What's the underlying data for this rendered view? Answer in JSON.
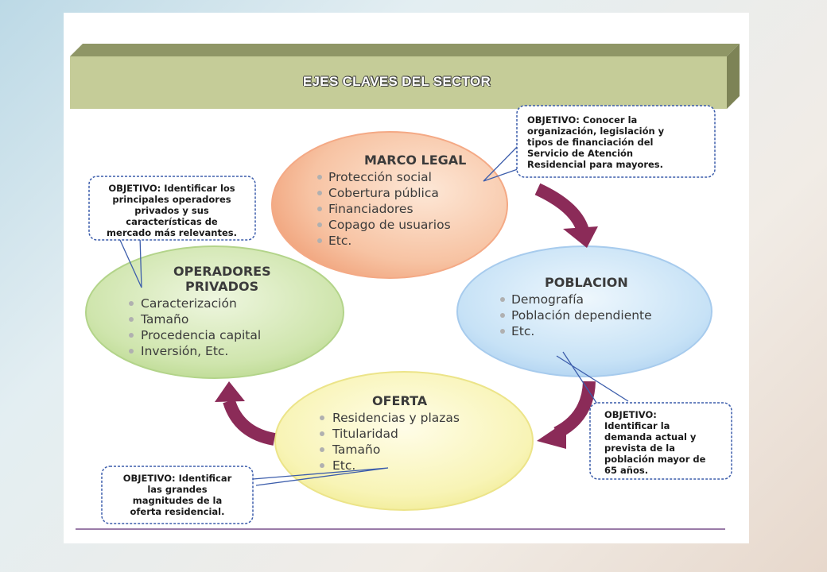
{
  "title": "EJES CLAVES DEL SECTOR",
  "nodes": {
    "marco_legal": {
      "title": "MARCO LEGAL",
      "items": [
        "Protección social",
        "Cobertura pública",
        "Financiadores",
        "Copago de usuarios",
        "Etc."
      ]
    },
    "poblacion": {
      "title": "POBLACION",
      "items": [
        "Demografía",
        "Población dependiente",
        "Etc."
      ]
    },
    "oferta": {
      "title": "OFERTA",
      "items": [
        "Residencias y plazas",
        "Titularidad",
        "Tamaño",
        "Etc."
      ]
    },
    "operadores": {
      "title_lines": [
        "OPERADORES",
        "PRIVADOS"
      ],
      "items": [
        "Caracterización",
        "Tamaño",
        "Procedencia capital",
        "Inversión, Etc."
      ]
    }
  },
  "callouts": {
    "marco_legal": [
      "OBJETIVO: Conocer la",
      "organización, legislación y",
      "tipos de financiación del",
      "Servicio de Atención",
      "Residencial para mayores."
    ],
    "operadores": [
      "OBJETIVO: Identificar los",
      "principales operadores",
      "privados y sus",
      "características de",
      "mercado más relevantes."
    ],
    "poblacion": [
      "OBJETIVO:",
      "Identificar la",
      "demanda actual y",
      "prevista de  la",
      "población mayor de",
      "65 años."
    ],
    "oferta": [
      "OBJETIVO: Identificar",
      "las grandes",
      "magnitudes de la",
      "oferta residencial."
    ]
  },
  "colors": {
    "banner": "#c5cc98",
    "arrow": "#8b2b58",
    "marco": "#f6b996",
    "poblacion": "#bcdcf4",
    "oferta": "#f5f1a8",
    "operadores": "#c4df9c",
    "callout_border": "#3c5dab"
  }
}
